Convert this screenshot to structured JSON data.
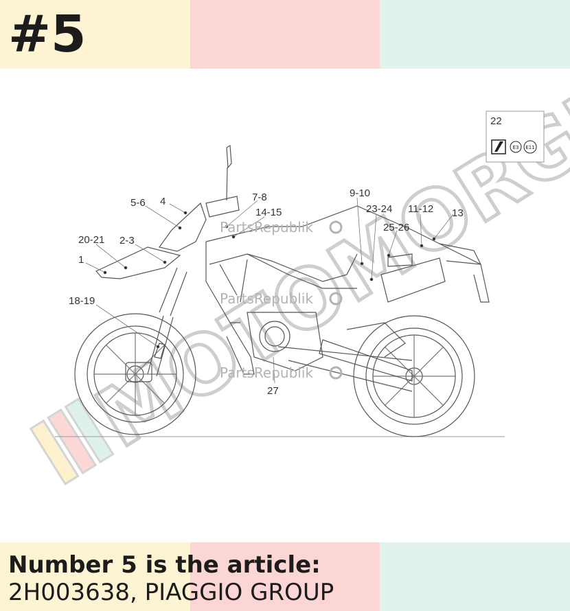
{
  "header": {
    "number_badge": "#5"
  },
  "colors": {
    "yellow": "#fdf4d3",
    "pink": "#fcd6d4",
    "mint": "#e2f3ec",
    "text": "#1c1c1c"
  },
  "diagram": {
    "callouts": {
      "c22": "22",
      "c5_6": "5-6",
      "c4": "4",
      "c7_8": "7-8",
      "c14_15": "14-15",
      "c9_10": "9-10",
      "c23_24": "23-24",
      "c11_12": "11-12",
      "c13": "13",
      "c25_26": "25-26",
      "c20_21": "20-21",
      "c2_3": "2-3",
      "c1": "1",
      "c18_19": "18-19",
      "c27": "27"
    },
    "inset_marks": {
      "e3": "E3",
      "e11": "E11"
    },
    "watermarks": {
      "parts_republik": "PartsRepublik",
      "big_logo": "MOTOMORGIN"
    }
  },
  "footer": {
    "line1": "Number 5 is the article:",
    "line2": "2H003638, PIAGGIO GROUP"
  }
}
